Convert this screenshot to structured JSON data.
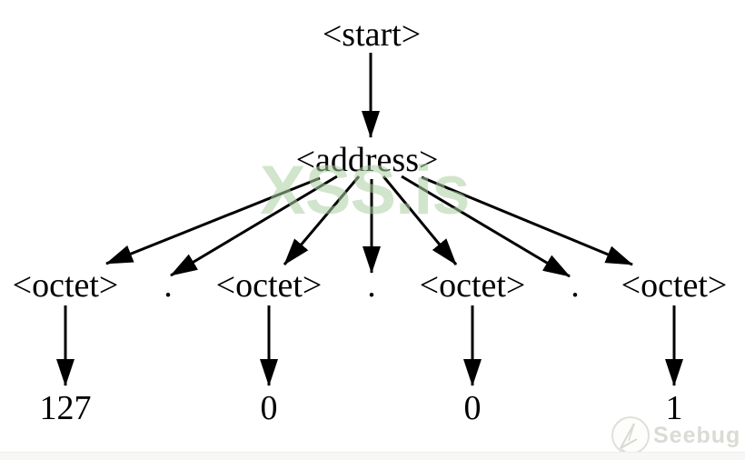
{
  "diagram": {
    "type": "grammar-derivation-tree",
    "nodes": {
      "start": {
        "label": "<start>"
      },
      "address": {
        "label": "<address>"
      }
    },
    "row": [
      {
        "id": "octet1",
        "label": "<octet>"
      },
      {
        "id": "dot1",
        "label": "."
      },
      {
        "id": "octet2",
        "label": "<octet>"
      },
      {
        "id": "dot2",
        "label": "."
      },
      {
        "id": "octet3",
        "label": "<octet>"
      },
      {
        "id": "dot3",
        "label": "."
      },
      {
        "id": "octet4",
        "label": "<octet>"
      }
    ],
    "leaves": [
      {
        "id": "value1",
        "label": "127"
      },
      {
        "id": "value2",
        "label": "0"
      },
      {
        "id": "value3",
        "label": "0"
      },
      {
        "id": "value4",
        "label": "1"
      }
    ],
    "edges": [
      {
        "from": "start",
        "to": "address"
      },
      {
        "from": "address",
        "to": "octet1"
      },
      {
        "from": "address",
        "to": "dot1"
      },
      {
        "from": "address",
        "to": "octet2"
      },
      {
        "from": "address",
        "to": "dot2"
      },
      {
        "from": "address",
        "to": "octet3"
      },
      {
        "from": "address",
        "to": "dot3"
      },
      {
        "from": "address",
        "to": "octet4"
      },
      {
        "from": "octet1",
        "to": "value1"
      },
      {
        "from": "octet2",
        "to": "value2"
      },
      {
        "from": "octet3",
        "to": "value3"
      },
      {
        "from": "octet4",
        "to": "value4"
      }
    ],
    "edge_color": "#000000",
    "text_color": "#000000"
  },
  "watermark": {
    "text": "XSS.is",
    "color": "#acd0a2"
  },
  "logo": {
    "text": "Seebug",
    "icon": "seebug-pin-icon",
    "color": "#dadbd5"
  }
}
